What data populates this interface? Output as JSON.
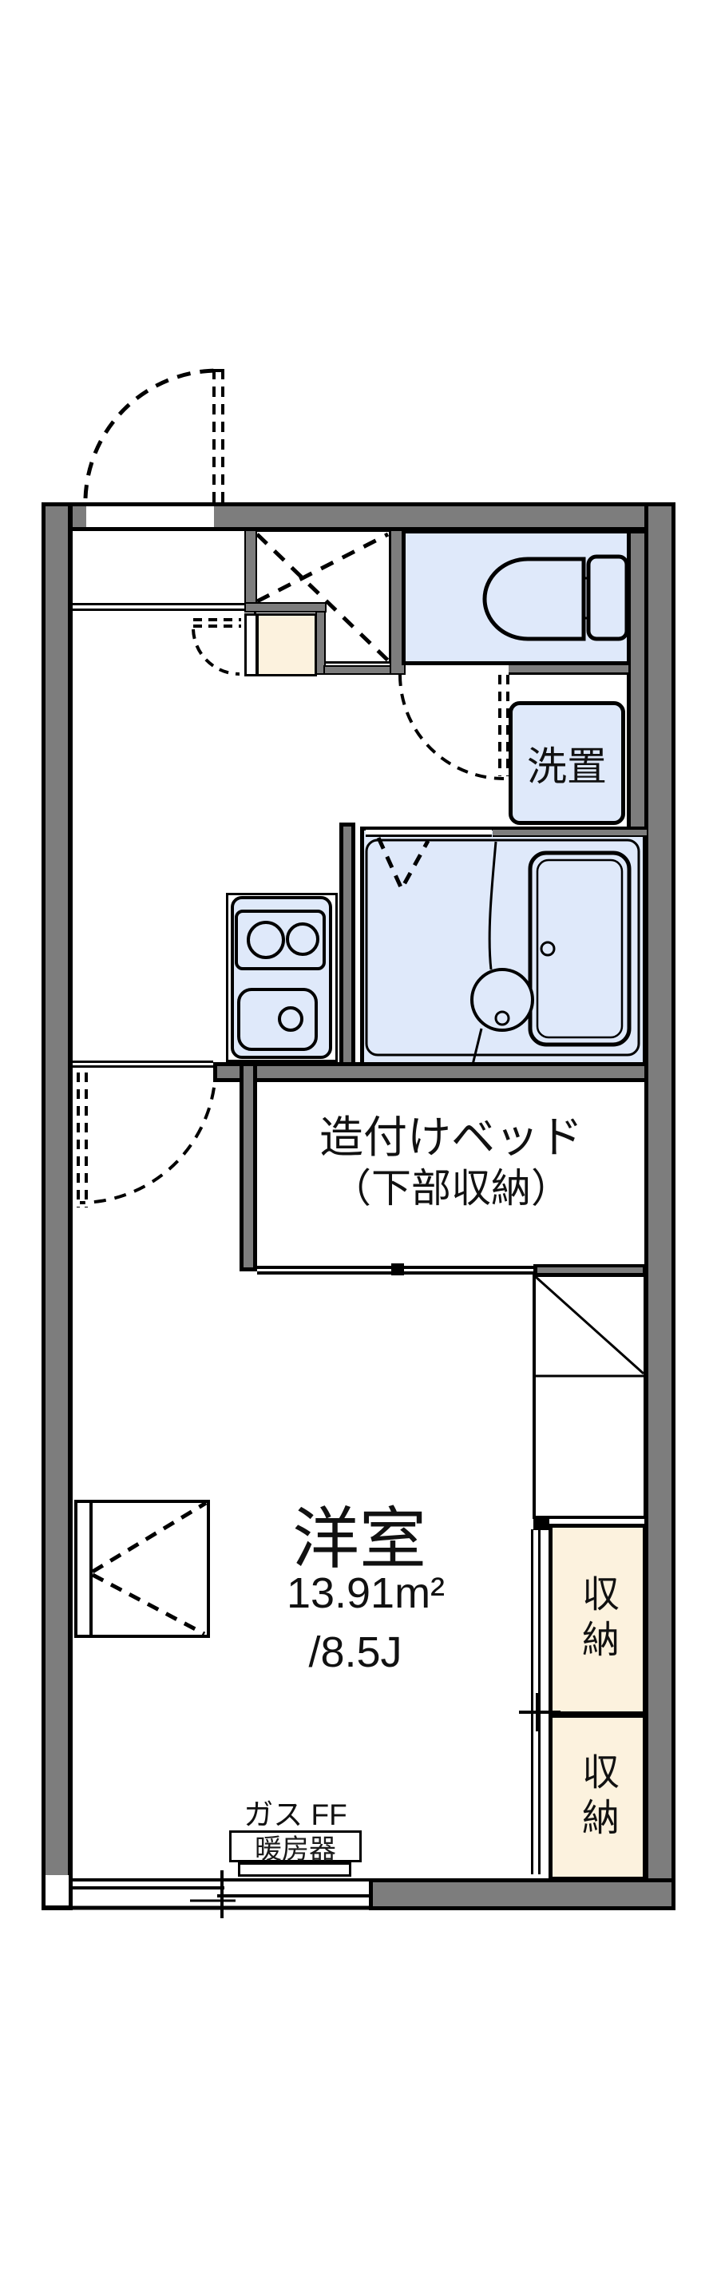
{
  "plan": {
    "type": "floor-plan",
    "labels": {
      "washer_place": "洗置",
      "bed_line1": "造付けベッド",
      "bed_line2": "（下部収納）",
      "room_name": "洋室",
      "room_area": "13.91m²",
      "room_tatami": "/8.5J",
      "storage_upper": "収納",
      "storage_lower": "収納",
      "heater_type": "ガス FF",
      "heater_name": "暖房器"
    },
    "colors": {
      "wall": "#7d7d7d",
      "outline": "#000000",
      "wet_area_fill": "#dfe9fa",
      "storage_fill": "#fcf2de",
      "background": "#ffffff"
    },
    "fixtures": [
      "entrance-door",
      "shoe-cabinet",
      "toilet",
      "washing-machine-place",
      "two-burner-stove",
      "kitchen-sink",
      "unit-bath",
      "bathtub",
      "built-in-bed",
      "storage-upper",
      "storage-lower",
      "gas-ff-heater",
      "sliding-window",
      "closet"
    ]
  }
}
